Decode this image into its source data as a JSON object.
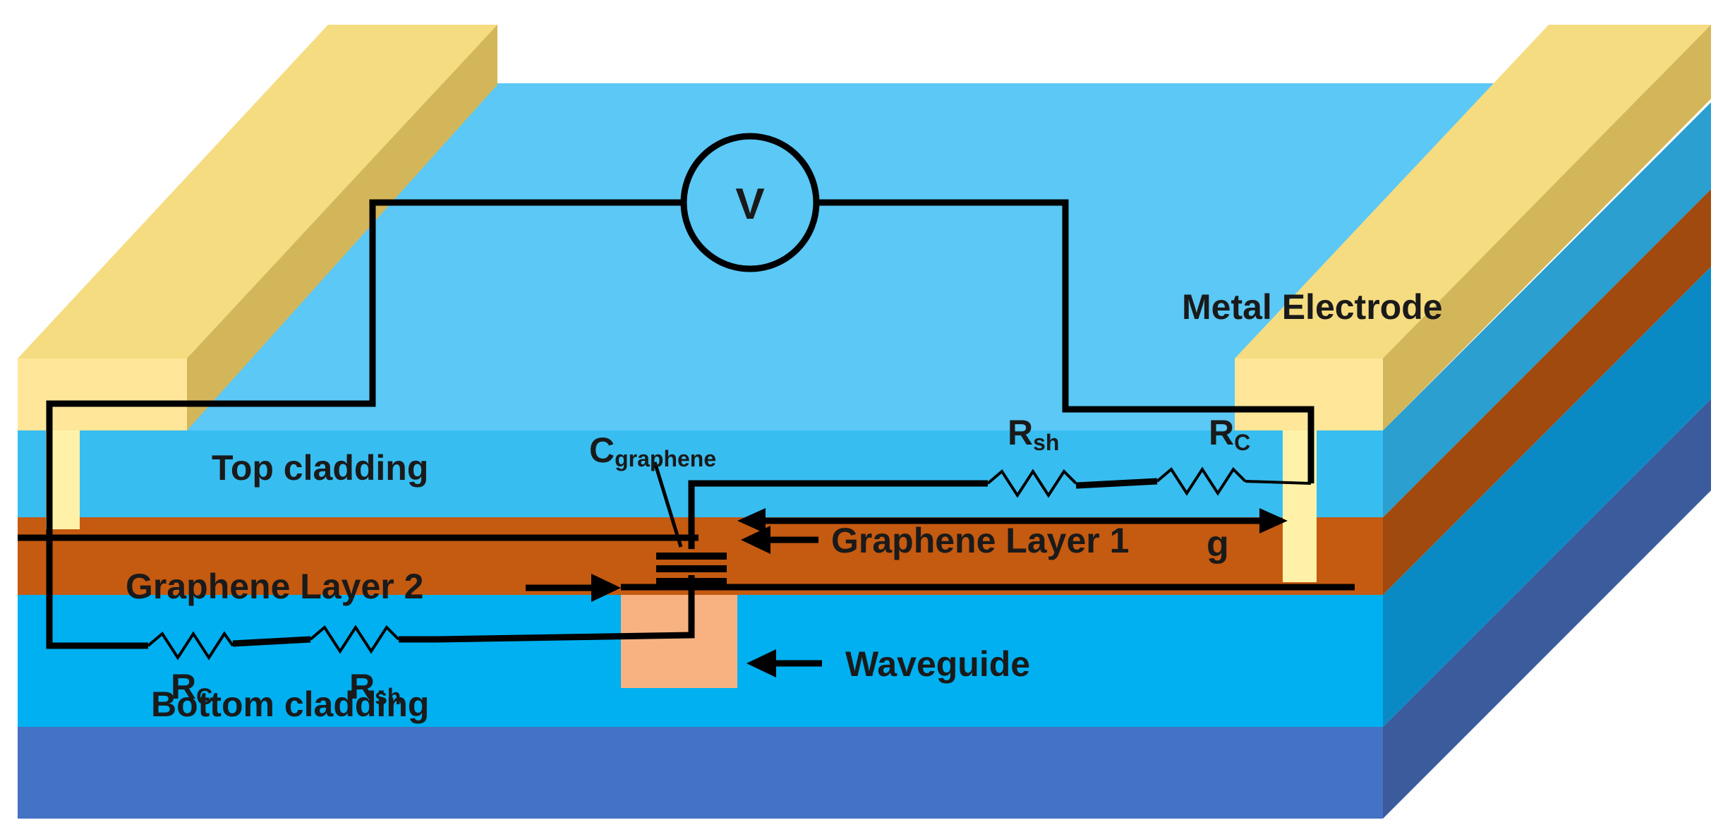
{
  "colors": {
    "substrate_front": "#4472c4",
    "substrate_side": "#3b5b9c",
    "bottom_cladding_front": "#00b0f0",
    "bottom_cladding_side": "#0a8ac4",
    "graphene_layer_front": "#c55a11",
    "graphene_layer_side": "#a04a10",
    "top_cladding_front": "#38bdf0",
    "top_cladding_side": "#2a9fd0",
    "top_surface": "#5bc8f5",
    "electrode_top": "#f5dc80",
    "electrode_side": "#d4b65a",
    "electrode_front": "#ffe699",
    "via": "#fff2a8",
    "waveguide": "#f8b282",
    "wire": "#000000"
  },
  "labels": {
    "voltage_source": "V",
    "metal_electrode": "Metal Electrode",
    "top_cladding": "Top cladding",
    "bottom_cladding": "Bottom cladding",
    "graphene_layer_1": "Graphene Layer 1",
    "graphene_layer_2": "Graphene Layer 2",
    "waveguide": "Waveguide",
    "gap": "g"
  },
  "components": {
    "capacitor": {
      "main": "C",
      "sub": "graphene"
    },
    "sheet_resistance_top": {
      "main": "R",
      "sub": "sh"
    },
    "contact_resistance_top": {
      "main": "R",
      "sub": "C"
    },
    "sheet_resistance_bottom": {
      "main": "R",
      "sub": "sh"
    },
    "contact_resistance_bottom": {
      "main": "R",
      "sub": "C"
    }
  }
}
